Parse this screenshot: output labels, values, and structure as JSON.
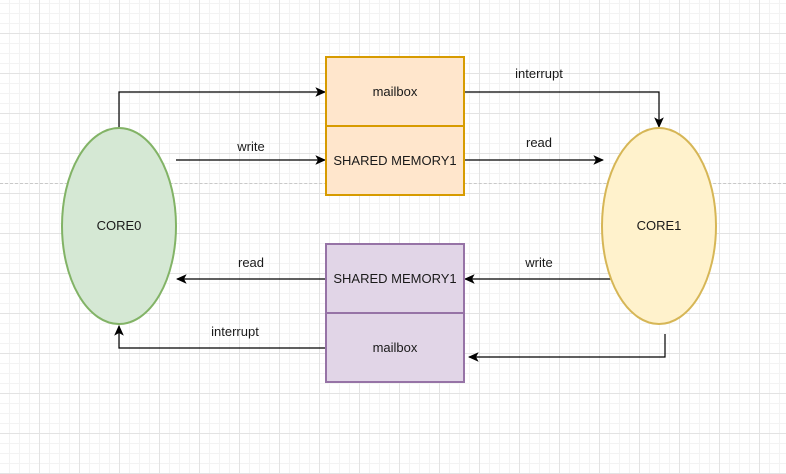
{
  "nodes": {
    "core0": {
      "label": "CORE0",
      "fill": "#d5e8d4",
      "stroke": "#82b366"
    },
    "core1": {
      "label": "CORE1",
      "fill": "#fff2cc",
      "stroke": "#d6b656"
    },
    "top_mailbox": {
      "label": "mailbox",
      "fill": "#ffe6cc",
      "stroke": "#d79b00"
    },
    "top_shared_memory": {
      "label": "SHARED MEMORY1",
      "fill": "#ffe6cc",
      "stroke": "#d79b00"
    },
    "bottom_shared_memory": {
      "label": "SHARED MEMORY1",
      "fill": "#e1d5e7",
      "stroke": "#9673a6"
    },
    "bottom_mailbox": {
      "label": "mailbox",
      "fill": "#e1d5e7",
      "stroke": "#9673a6"
    }
  },
  "edges": {
    "core0_to_top_mailbox": {
      "label": ""
    },
    "top_mailbox_to_core1": {
      "label": "interrupt"
    },
    "core0_to_top_shared_memory": {
      "label": "write"
    },
    "top_shared_memory_to_core1": {
      "label": "read"
    },
    "core1_to_bottom_shared_memory": {
      "label": "write"
    },
    "bottom_shared_memory_to_core0": {
      "label": "read"
    },
    "core1_to_bottom_mailbox": {
      "label": ""
    },
    "bottom_mailbox_to_core0": {
      "label": "interrupt"
    }
  },
  "colors": {
    "edge": "#000000",
    "text": "#1a1a1a",
    "grid": "#e3e3e3",
    "page_break": "#c8c8c8"
  }
}
